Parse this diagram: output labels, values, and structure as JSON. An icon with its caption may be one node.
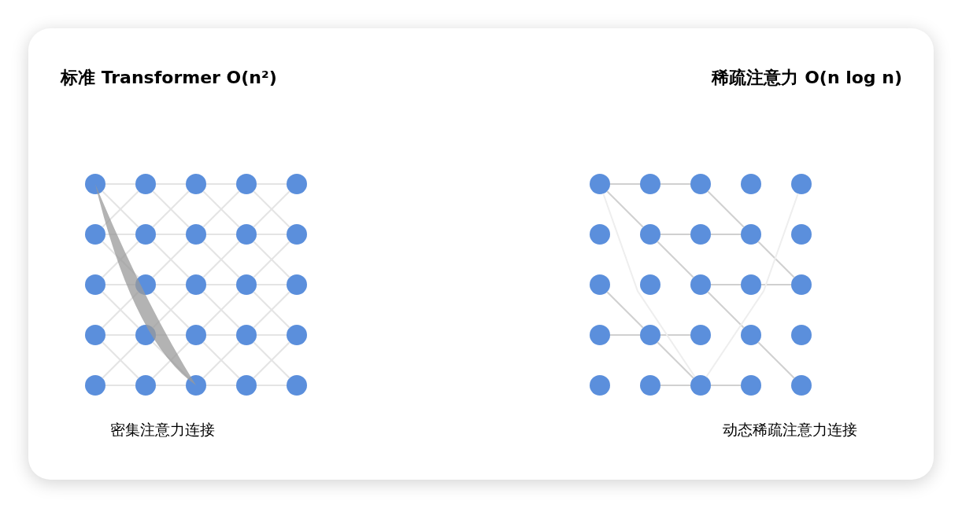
{
  "diagram": {
    "nodes": [
      {
        "text": [],
        "shape": "circle"
      },
      {
        "text": [],
        "shape": "circle"
      },
      {
        "text": [],
        "shape": "circle"
      },
      {
        "text": [],
        "shape": "circle"
      },
      {
        "text": [],
        "shape": "circle"
      },
      {
        "text": [],
        "shape": "circle"
      },
      {
        "text": [],
        "shape": "circle"
      },
      {
        "text": [],
        "shape": "circle"
      },
      {
        "text": [],
        "shape": "circle"
      },
      {
        "text": [],
        "shape": "circle"
      },
      {
        "text": [],
        "shape": "circle"
      },
      {
        "text": [],
        "shape": "circle"
      },
      {
        "text": [],
        "shape": "circle"
      },
      {
        "text": [],
        "shape": "circle"
      },
      {
        "text": [],
        "shape": "circle"
      },
      {
        "text": [],
        "shape": "circle"
      },
      {
        "text": [],
        "shape": "circle"
      },
      {
        "text": [],
        "shape": "circle"
      },
      {
        "text": [],
        "shape": "circle"
      },
      {
        "text": [],
        "shape": "circle"
      },
      {
        "text": [],
        "shape": "circle"
      },
      {
        "text": [],
        "shape": "circle"
      },
      {
        "text": [],
        "shape": "circle"
      },
      {
        "text": [],
        "shape": "circle"
      },
      {
        "text": [],
        "shape": "circle"
      },
      {
        "text": [],
        "shape": "circle"
      },
      {
        "text": [],
        "shape": "circle"
      },
      {
        "text": [],
        "shape": "circle"
      },
      {
        "text": [],
        "shape": "circle"
      },
      {
        "text": [],
        "shape": "circle"
      },
      {
        "text": [],
        "shape": "circle"
      },
      {
        "text": [],
        "shape": "circle"
      },
      {
        "text": [],
        "shape": "circle"
      },
      {
        "text": [],
        "shape": "circle"
      },
      {
        "text": [],
        "shape": "circle"
      },
      {
        "text": [],
        "shape": "circle"
      },
      {
        "text": [],
        "shape": "circle"
      },
      {
        "text": [],
        "shape": "circle"
      },
      {
        "text": [],
        "shape": "circle"
      },
      {
        "text": [],
        "shape": "circle"
      },
      {
        "text": [],
        "shape": "circle"
      },
      {
        "text": [],
        "shape": "circle"
      },
      {
        "text": [],
        "shape": "circle"
      },
      {
        "text": [],
        "shape": "circle"
      },
      {
        "text": [],
        "shape": "circle"
      },
      {
        "text": [],
        "shape": "circle"
      },
      {
        "text": [],
        "shape": "circle"
      },
      {
        "text": [],
        "shape": "circle"
      },
      {
        "text": [],
        "shape": "circle"
      },
      {
        "text": [],
        "shape": "circle"
      }
    ],
    "edges": [
      {
        "from": 0,
        "to": 1,
        "arrow": "none"
      },
      {
        "from": 1,
        "to": 2,
        "arrow": "none"
      },
      {
        "from": 2,
        "to": 3,
        "arrow": "none"
      },
      {
        "from": 3,
        "to": 4,
        "arrow": "none"
      },
      {
        "from": 5,
        "to": 6,
        "arrow": "none"
      },
      {
        "from": 6,
        "to": 7,
        "arrow": "none"
      },
      {
        "from": 7,
        "to": 8,
        "arrow": "none"
      },
      {
        "from": 8,
        "to": 9,
        "arrow": "none"
      },
      {
        "from": 10,
        "to": 11,
        "arrow": "none"
      },
      {
        "from": 11,
        "to": 12,
        "arrow": "none"
      },
      {
        "from": 12,
        "to": 13,
        "arrow": "none"
      },
      {
        "from": 13,
        "to": 14,
        "arrow": "none"
      },
      {
        "from": 15,
        "to": 16,
        "arrow": "none"
      },
      {
        "from": 16,
        "to": 17,
        "arrow": "none"
      },
      {
        "from": 17,
        "to": 18,
        "arrow": "none"
      },
      {
        "from": 18,
        "to": 19,
        "arrow": "none"
      },
      {
        "from": 20,
        "to": 21,
        "arrow": "none"
      },
      {
        "from": 21,
        "to": 22,
        "arrow": "none"
      },
      {
        "from": 22,
        "to": 23,
        "arrow": "none"
      },
      {
        "from": 23,
        "to": 24,
        "arrow": "none"
      },
      {
        "from": 0,
        "to": 6,
        "arrow": "none"
      },
      {
        "from": 1,
        "to": 7,
        "arrow": "none"
      },
      {
        "from": 2,
        "to": 8,
        "arrow": "none"
      },
      {
        "from": 3,
        "to": 9,
        "arrow": "none"
      },
      {
        "from": 5,
        "to": 11,
        "arrow": "none"
      },
      {
        "from": 6,
        "to": 12,
        "arrow": "none"
      },
      {
        "from": 7,
        "to": 13,
        "arrow": "none"
      },
      {
        "from": 8,
        "to": 14,
        "arrow": "none"
      },
      {
        "from": 10,
        "to": 16,
        "arrow": "none"
      },
      {
        "from": 11,
        "to": 17,
        "arrow": "none"
      },
      {
        "from": 12,
        "to": 18,
        "arrow": "none"
      },
      {
        "from": 13,
        "to": 19,
        "arrow": "none"
      },
      {
        "from": 15,
        "to": 21,
        "arrow": "none"
      },
      {
        "from": 16,
        "to": 22,
        "arrow": "none"
      },
      {
        "from": 17,
        "to": 23,
        "arrow": "none"
      },
      {
        "from": 18,
        "to": 24,
        "arrow": "none"
      },
      {
        "from": 1,
        "to": 5,
        "arrow": "none"
      },
      {
        "from": 2,
        "to": 6,
        "arrow": "none"
      },
      {
        "from": 3,
        "to": 7,
        "arrow": "none"
      },
      {
        "from": 4,
        "to": 8,
        "arrow": "none"
      },
      {
        "from": 6,
        "to": 10,
        "arrow": "none"
      },
      {
        "from": 7,
        "to": 11,
        "arrow": "none"
      },
      {
        "from": 8,
        "to": 12,
        "arrow": "none"
      },
      {
        "from": 9,
        "to": 13,
        "arrow": "none"
      },
      {
        "from": 11,
        "to": 15,
        "arrow": "none"
      },
      {
        "from": 12,
        "to": 16,
        "arrow": "none"
      },
      {
        "from": 13,
        "to": 17,
        "arrow": "none"
      },
      {
        "from": 14,
        "to": 18,
        "arrow": "none"
      },
      {
        "from": 16,
        "to": 20,
        "arrow": "none"
      },
      {
        "from": 17,
        "to": 21,
        "arrow": "none"
      },
      {
        "from": 18,
        "to": 22,
        "arrow": "none"
      },
      {
        "from": 19,
        "to": 23,
        "arrow": "none"
      },
      {
        "from": 0,
        "to": 22,
        "arrow": "none",
        "style": "thick",
        "color": "#999999"
      },
      {
        "from": 25,
        "to": 26,
        "arrow": "none",
        "color": "#d0d0d0"
      },
      {
        "from": 26,
        "to": 27,
        "arrow": "none",
        "color": "#d0d0d0"
      },
      {
        "from": 31,
        "to": 32,
        "arrow": "none",
        "color": "#d0d0d0"
      },
      {
        "from": 32,
        "to": 33,
        "arrow": "none",
        "color": "#d0d0d0"
      },
      {
        "from": 37,
        "to": 38,
        "arrow": "none",
        "color": "#d0d0d0"
      },
      {
        "from": 38,
        "to": 39,
        "arrow": "none",
        "color": "#d0d0d0"
      },
      {
        "from": 40,
        "to": 41,
        "arrow": "none",
        "color": "#d0d0d0"
      },
      {
        "from": 41,
        "to": 42,
        "arrow": "none",
        "color": "#d0d0d0"
      },
      {
        "from": 46,
        "to": 47,
        "arrow": "none",
        "color": "#d0d0d0"
      },
      {
        "from": 47,
        "to": 48,
        "arrow": "none",
        "color": "#d0d0d0"
      },
      {
        "from": 27,
        "to": 33,
        "arrow": "none",
        "color": "#d0d0d0"
      },
      {
        "from": 33,
        "to": 39,
        "arrow": "none",
        "color": "#d0d0d0"
      },
      {
        "from": 25,
        "to": 31,
        "arrow": "none",
        "color": "#d0d0d0"
      },
      {
        "from": 31,
        "to": 37,
        "arrow": "none",
        "color": "#d0d0d0"
      },
      {
        "from": 37,
        "to": 43,
        "arrow": "none",
        "color": "#d0d0d0"
      },
      {
        "from": 43,
        "to": 49,
        "arrow": "none",
        "color": "#d0d0d0"
      },
      {
        "from": 35,
        "to": 41,
        "arrow": "none",
        "color": "#d0d0d0"
      },
      {
        "from": 41,
        "to": 47,
        "arrow": "none",
        "color": "#d0d0d0"
      },
      {
        "from": 25,
        "to": 47,
        "arrow": "none",
        "color": "#eeeeee"
      },
      {
        "from": 47,
        "to": 29,
        "arrow": "none",
        "color": "#eeeeee"
      }
    ],
    "labels": [
      "标准 Transformer O(n²)",
      "稀疏注意力 O(n log n)",
      "密集注意力连接",
      "动态稀疏注意力连接"
    ]
  }
}
